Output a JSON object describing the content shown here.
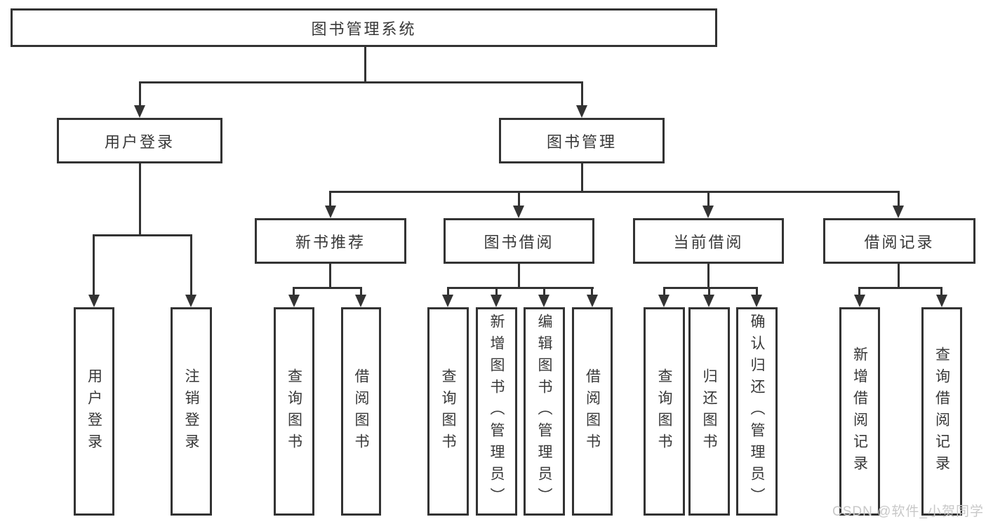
{
  "diagram": {
    "root": {
      "label": "图书管理系统"
    },
    "level2": [
      {
        "label": "用户登录"
      },
      {
        "label": "图书管理"
      }
    ],
    "level3": [
      {
        "label": "新书推荐"
      },
      {
        "label": "图书借阅"
      },
      {
        "label": "当前借阅"
      },
      {
        "label": "借阅记录"
      }
    ],
    "leaves": [
      {
        "label": "用户登录"
      },
      {
        "label": "注销登录"
      },
      {
        "label": "查询图书"
      },
      {
        "label": "借阅图书"
      },
      {
        "label": "查询图书"
      },
      {
        "label": "新增图书（管理员）"
      },
      {
        "label": "编辑图书（管理员）"
      },
      {
        "label": "借阅图书"
      },
      {
        "label": "查询图书"
      },
      {
        "label": "归还图书"
      },
      {
        "label": "确认归还（管理员）"
      },
      {
        "label": "新增借阅记录"
      },
      {
        "label": "查询借阅记录"
      }
    ]
  },
  "watermark": {
    "text": "CSDN @软件_小贺同学"
  },
  "colors": {
    "line": "#333333",
    "text": "#383838",
    "watermark": "#c8c8c8",
    "background": "#ffffff"
  }
}
